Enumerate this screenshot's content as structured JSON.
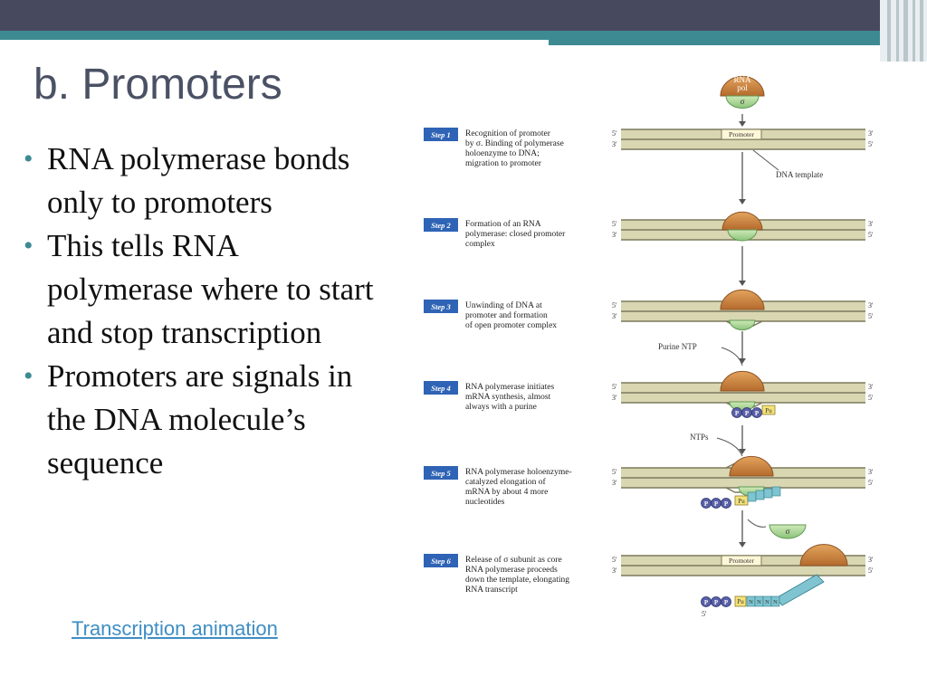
{
  "title": "b. Promoters",
  "bullets": [
    "RNA polymerase bonds only to promoters",
    "This tells RNA polymerase where to start and stop transcription",
    "Promoters are signals in the DNA molecule’s sequence"
  ],
  "link_text": "Transcription animation",
  "colors": {
    "accent": "#3e8a92",
    "header": "#474a5e",
    "title": "#4b5165",
    "link": "#3e8ec3"
  },
  "diagram": {
    "rna_pol_label": "RNA pol",
    "sigma_label": "σ",
    "promoter_label": "Promoter",
    "dna_template_label": "DNA template",
    "purine_ntp_label": "Purine NTP",
    "ntps_label": "NTPs",
    "five_prime": "5'",
    "three_prime": "3'",
    "ppp_label": "P",
    "pu_label": "Pu",
    "n_label": "N",
    "steps": [
      {
        "label": "Step 1",
        "lines": [
          "Recognition of promoter",
          "by σ. Binding of polymerase",
          "holoenzyme to DNA;",
          "migration to promoter"
        ]
      },
      {
        "label": "Step 2",
        "lines": [
          "Formation of an RNA",
          "polymerase: closed promoter",
          "complex"
        ]
      },
      {
        "label": "Step 3",
        "lines": [
          "Unwinding of DNA at",
          "promoter and formation",
          "of open promoter complex"
        ]
      },
      {
        "label": "Step 4",
        "lines": [
          "RNA polymerase initiates",
          "mRNA synthesis, almost",
          "always with a purine"
        ]
      },
      {
        "label": "Step 5",
        "lines": [
          "RNA polymerase holoenzyme-",
          "catalyzed elongation of",
          "mRNA by about 4 more",
          "nucleotides"
        ]
      },
      {
        "label": "Step 6",
        "lines": [
          "Release of σ subunit as core",
          "RNA polymerase proceeds",
          "down the template, elongating",
          "RNA transcript"
        ]
      }
    ]
  }
}
